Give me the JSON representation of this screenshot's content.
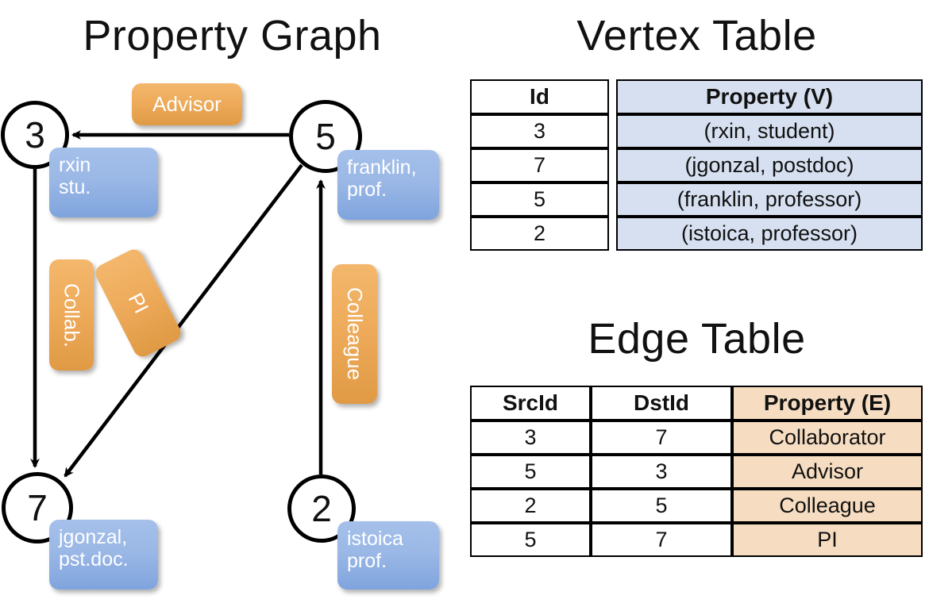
{
  "graph": {
    "title": "Property Graph",
    "nodes": [
      {
        "id": "3",
        "label_lines": [
          "rxin",
          "stu."
        ]
      },
      {
        "id": "5",
        "label_lines": [
          "franklin,",
          "prof."
        ]
      },
      {
        "id": "7",
        "label_lines": [
          "jgonzal,",
          "pst.doc."
        ]
      },
      {
        "id": "2",
        "label_lines": [
          "istoica",
          "prof."
        ]
      }
    ],
    "edge_labels": {
      "advisor": "Advisor",
      "collab": "Collab.",
      "pi": "PI",
      "colleague": "Colleague"
    },
    "colors": {
      "node_fill": "#ffffff",
      "node_stroke": "#000000",
      "vertex_box": "#9bb8e6",
      "edge_box": "#eeab5b",
      "arrow": "#000000"
    }
  },
  "vertex_table": {
    "title": "Vertex Table",
    "headers": [
      "Id",
      "Property (V)"
    ],
    "rows": [
      {
        "id": "3",
        "property": "(rxin, student)"
      },
      {
        "id": "7",
        "property": "(jgonzal, postdoc)"
      },
      {
        "id": "5",
        "property": "(franklin, professor)"
      },
      {
        "id": "2",
        "property": "(istoica, professor)"
      }
    ],
    "fill_color": "#d6e0f0"
  },
  "edge_table": {
    "title": "Edge Table",
    "headers": [
      "SrcId",
      "DstId",
      "Property (E)"
    ],
    "rows": [
      {
        "src": "3",
        "dst": "7",
        "property": "Collaborator"
      },
      {
        "src": "5",
        "dst": "3",
        "property": "Advisor"
      },
      {
        "src": "2",
        "dst": "5",
        "property": "Colleague"
      },
      {
        "src": "5",
        "dst": "7",
        "property": "PI"
      }
    ],
    "fill_color": "#f6ddc1"
  }
}
